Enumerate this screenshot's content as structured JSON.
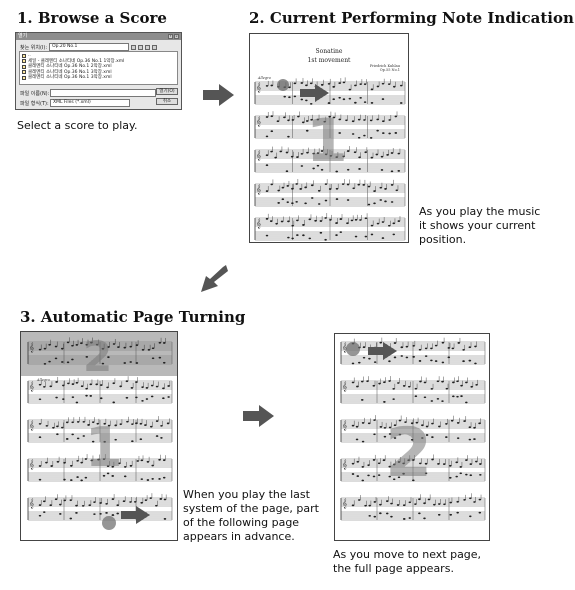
{
  "steps": [
    {
      "heading": "1. Browse a Score",
      "caption": [
        "Select a score to play."
      ]
    },
    {
      "heading": "2. Current Performing Note Indication",
      "caption": [
        "As you play the music",
        "it shows your current",
        "position."
      ]
    },
    {
      "heading": "3. Automatic Page Turning",
      "caption_left": [
        "When you play the last",
        "system of the page, part",
        "of the following page",
        "appears in advance."
      ],
      "caption_right": [
        "As you move to next page,",
        "the full page appears."
      ]
    }
  ],
  "file_dialog": {
    "title": "열기",
    "look_in_label": "찾는 위치(I):",
    "look_in_value": "Op.20 No.1",
    "files": [
      "..",
      "세일 - 클레멘티 소나티네 Op.36 No.1 1악장.xml",
      "클레멘티 소나티네 Op.36 No.1 2악장.xml",
      "클레멘티 소나티네 Op.36 No.1 3악장.xml",
      "클레멘티 소나티네 Op.36 No.1 3악장.xml"
    ],
    "filename_label": "파일 이름(N):",
    "filename_value": "",
    "filetype_label": "파일 형식(T):",
    "filetype_value": "XML Files (*.xml)",
    "open_button": "열기(O)",
    "cancel_button": "취소"
  },
  "score_page": {
    "title": "Sonatine",
    "subtitle": "1st movement",
    "composer": [
      "Friedrich Kuhlau",
      "Op.55 No.1"
    ],
    "tempo": "Allegro"
  },
  "page_numbers": {
    "step2": "1",
    "step3_preview": "2",
    "step3_current": "1",
    "step3_next": "2"
  },
  "colors": {
    "arrow": "#555555",
    "highlight": "#b9b9b9",
    "marker": "#6a6a6a"
  }
}
